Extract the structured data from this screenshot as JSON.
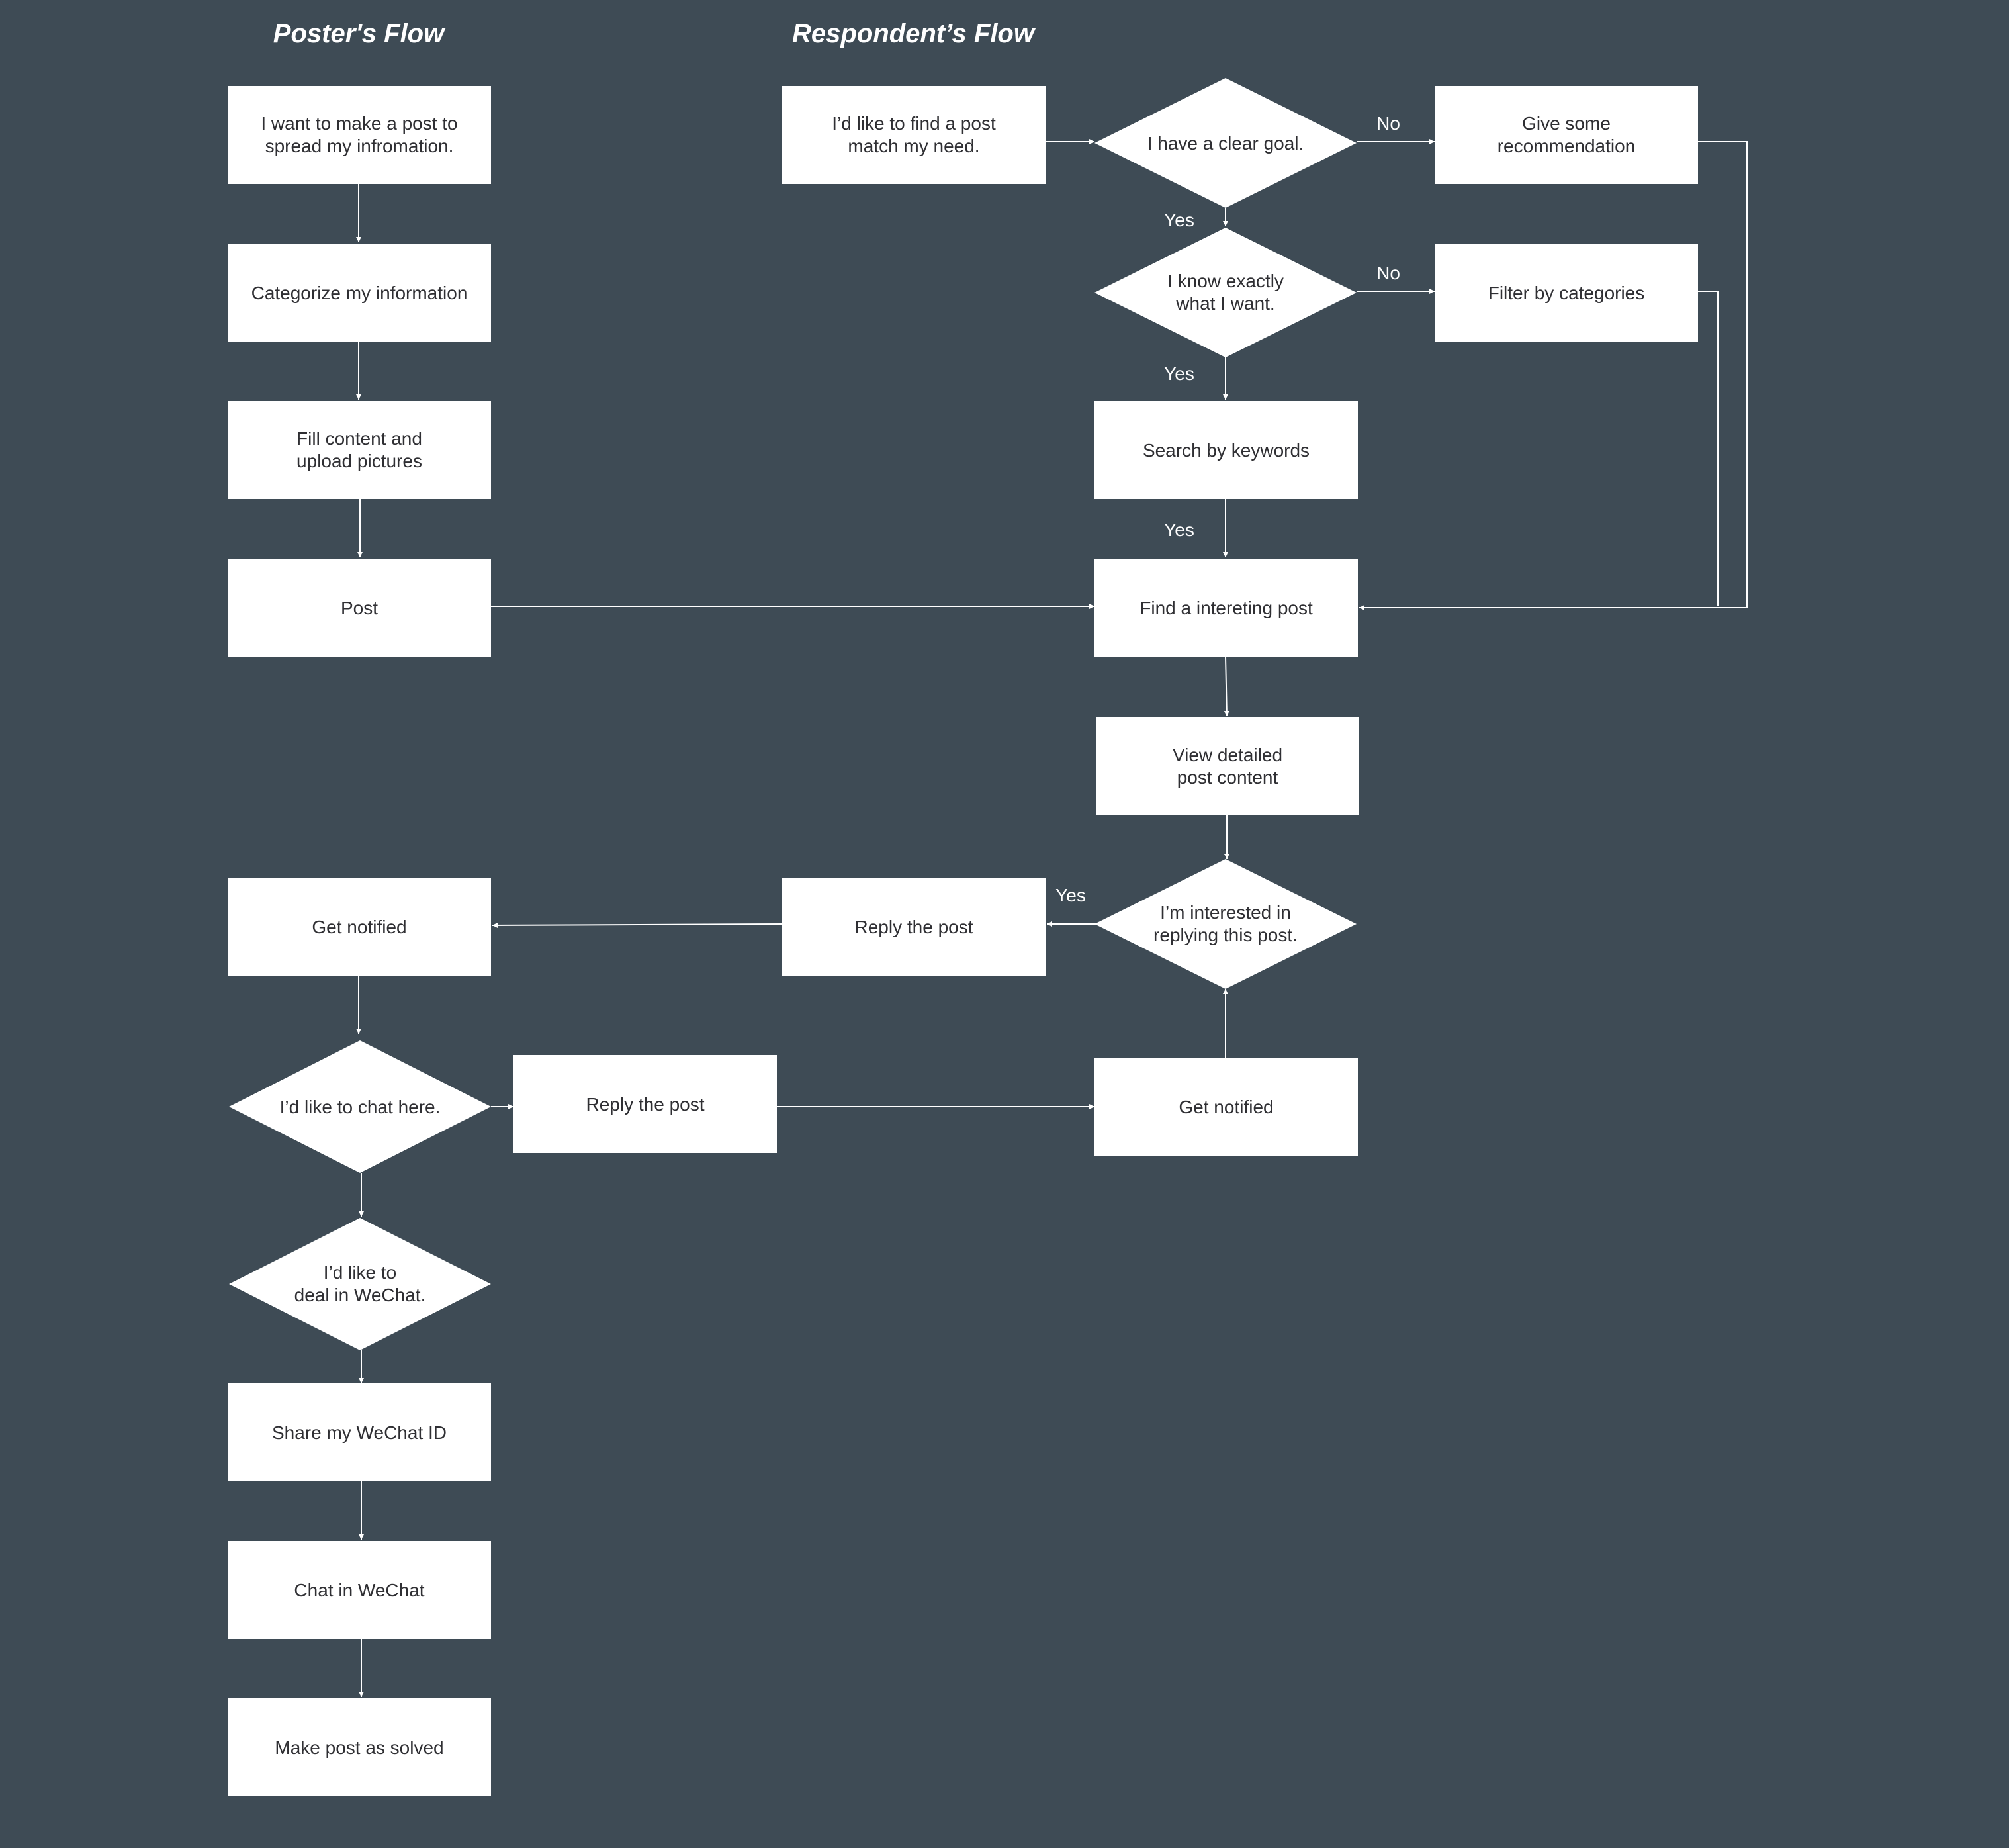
{
  "headings": {
    "poster": "Poster's Flow",
    "respondent": "Respondent’s Flow"
  },
  "nodes": {
    "p1": [
      "I want to make a post to",
      "spread my infromation."
    ],
    "p2": [
      "Categorize my information"
    ],
    "p3": [
      "Fill content and",
      "upload pictures"
    ],
    "p4": [
      "Post"
    ],
    "p5": [
      "Get notified"
    ],
    "p6": [
      "I’d like to chat here."
    ],
    "p7": [
      "Reply the post"
    ],
    "p8": [
      "I’d like to",
      "deal in WeChat."
    ],
    "p9": [
      "Share my WeChat ID"
    ],
    "p10": [
      "Chat in WeChat"
    ],
    "p11": [
      "Make post as solved"
    ],
    "r1": [
      "I’d like to find a post",
      "match my need."
    ],
    "r2": [
      "I have a clear goal."
    ],
    "r3": [
      "Give some",
      "recommendation"
    ],
    "r4": [
      "I know exactly",
      "what I want."
    ],
    "r5": [
      "Filter by categories"
    ],
    "r6": [
      "Search by keywords"
    ],
    "r7": [
      "Find a intereting post"
    ],
    "r8": [
      "View detailed",
      "post content"
    ],
    "r9": [
      "I’m interested in",
      "replying this post."
    ],
    "r10": [
      "Reply the post"
    ],
    "r11": [
      "Get notified"
    ]
  },
  "edge_labels": {
    "r2_yes": "Yes",
    "r2_no": "No",
    "r4_yes": "Yes",
    "r4_no": "No",
    "r6_yes": "Yes",
    "r9_yes": "Yes"
  }
}
